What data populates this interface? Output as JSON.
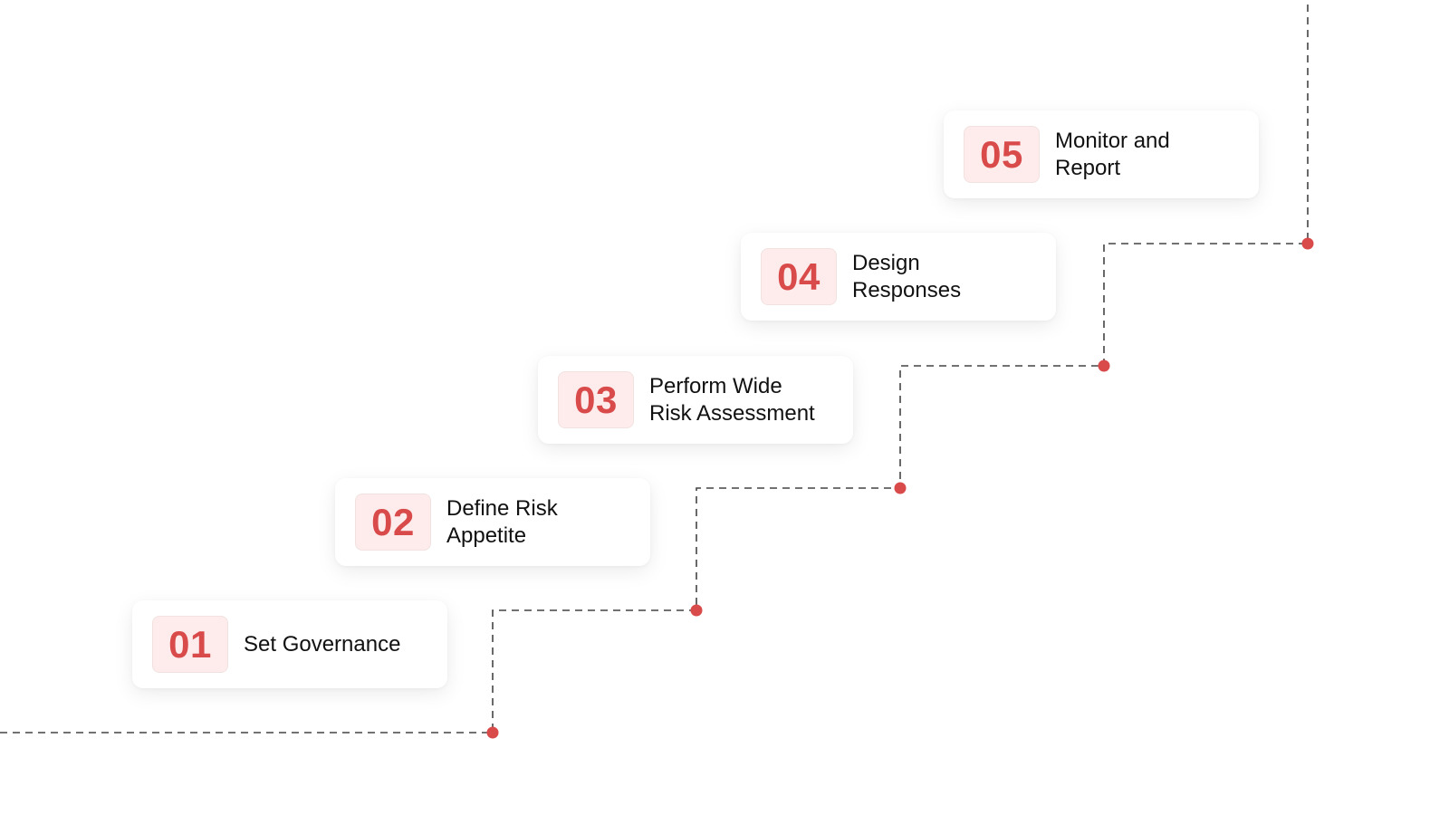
{
  "diagram": {
    "type": "staircase-process",
    "accent_color": "#d94a4a",
    "badge_bg": "#fdeceb",
    "line_color": "#444444",
    "steps": [
      {
        "number": "01",
        "label": "Set Governance"
      },
      {
        "number": "02",
        "label": "Define Risk\nAppetite"
      },
      {
        "number": "03",
        "label": "Perform Wide\nRisk Assessment"
      },
      {
        "number": "04",
        "label": "Design\nResponses"
      },
      {
        "number": "05",
        "label": "Monitor and\nReport"
      }
    ]
  }
}
